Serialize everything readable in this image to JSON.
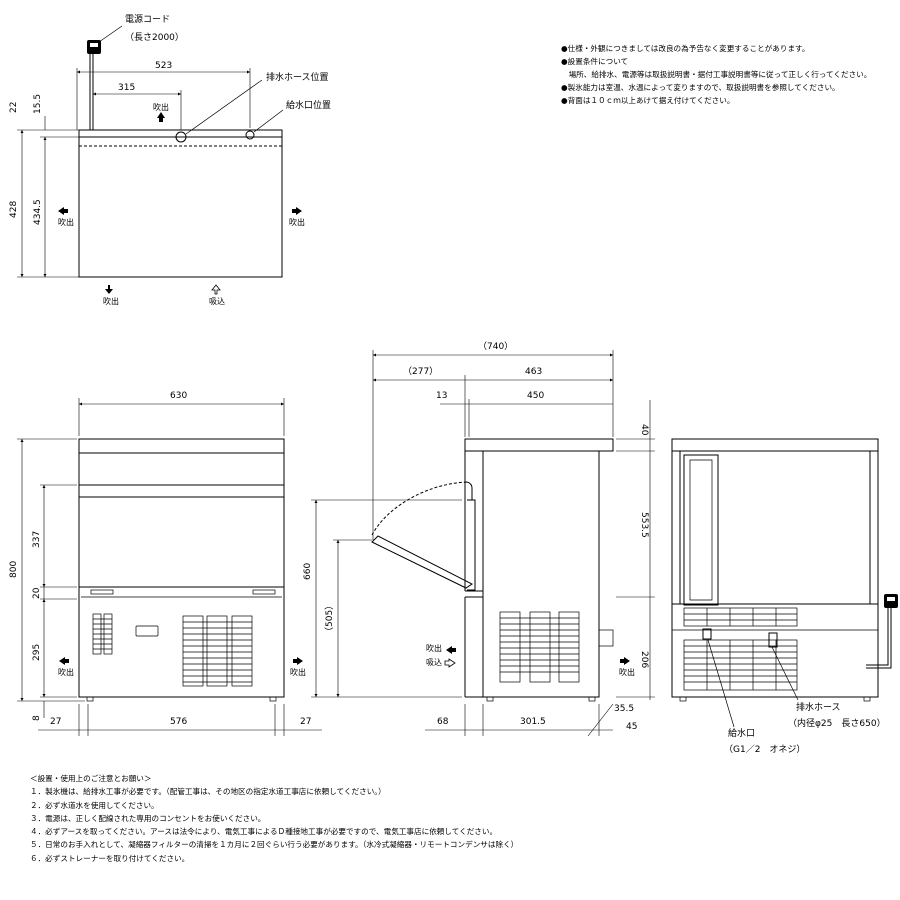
{
  "notes_top": [
    "●仕様・外観につきましては改良の為予告なく変更することがあります。",
    "●設置条件について",
    "　場所、給排水、電源等は取扱説明書・据付工事説明書等に従って正しく行ってください。",
    "●製氷能力は室温、水温によって変りますので、取扱説明書を参照してください。",
    "●背面は１０ｃｍ以上あけて据え付けてください。"
  ],
  "notes_bottom": {
    "heading": "＜設置・使用上のご注意とお願い＞",
    "items": [
      "１．製氷機は、給排水工事が必要です。（配管工事は、その地区の指定水道工事店に依頼してください。）",
      "２．必ず水道水を使用してください。",
      "３．電源は、正しく配線された専用のコンセントをお使いください。",
      "４．必ずアースを取ってください。アースは法令により、電気工事によるＤ種接地工事が必要ですので、電気工事店に依頼してください。",
      "５．日常のお手入れとして、凝縮器フィルターの清掃を１カ月に２回ぐらい行う必要があります。（水冷式凝縮器・リモートコンデンサは除く）",
      "６．必ずストレーナーを取り付けてください。"
    ]
  },
  "top_view": {
    "power_cord": "電源コード",
    "power_cord_len": "（長さ2000）",
    "drain_hose_pos": "排水ホース位置",
    "water_inlet_pos": "給水口位置",
    "dims": {
      "w523": "523",
      "w315": "315",
      "h15_5": "15.5",
      "h22": "22",
      "h428": "428",
      "h434_5": "434.5"
    },
    "blow_out": "吹出",
    "intake": "吸込"
  },
  "front_view": {
    "dims": {
      "w630": "630",
      "h800": "800",
      "h337": "337",
      "h20": "20",
      "h295": "295",
      "h8": "8",
      "b27l": "27",
      "b576": "576",
      "b27r": "27"
    },
    "blow_out": "吹出"
  },
  "side_view": {
    "dims": {
      "w740": "（740）",
      "w277": "（277）",
      "w463": "463",
      "w13": "13",
      "w450": "450",
      "h40": "40",
      "h553_5": "553.5",
      "h660": "660",
      "h505": "（505）",
      "h206": "206",
      "b68": "68",
      "b301_5": "301.5",
      "b35_5": "35.5",
      "b45": "45"
    },
    "blow_out": "吹出",
    "intake": "吸込"
  },
  "rear_view": {
    "drain_hose": "排水ホース",
    "drain_hose_spec": "（内径φ25　長さ650）",
    "water_inlet": "給水口",
    "water_inlet_spec": "（G1／2　オネジ）"
  }
}
